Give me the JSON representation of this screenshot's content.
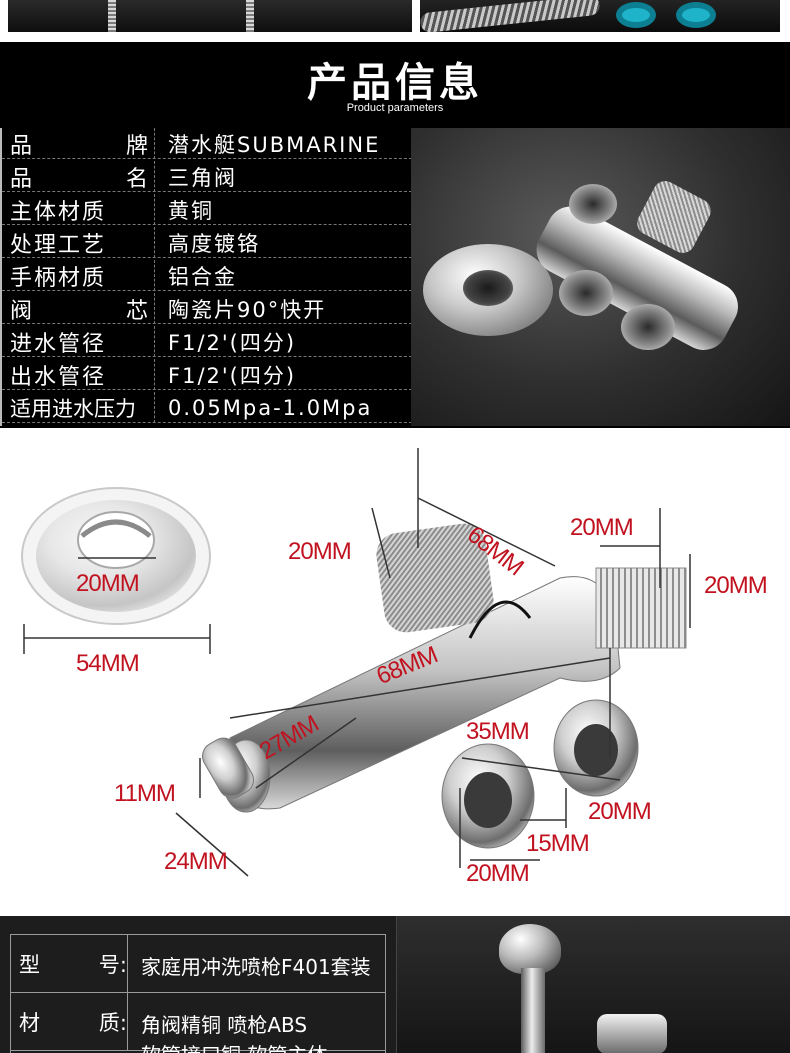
{
  "header": {
    "title": "产品信息",
    "subtitle": "Product parameters"
  },
  "params": [
    {
      "label": [
        "品",
        "牌"
      ],
      "value": "潜水艇SUBMARINE"
    },
    {
      "label": [
        "品",
        "名"
      ],
      "value": "三角阀"
    },
    {
      "label": [
        "主体材质"
      ],
      "value": "黄铜"
    },
    {
      "label": [
        "处理工艺"
      ],
      "value": "高度镀铬"
    },
    {
      "label": [
        "手柄材质"
      ],
      "value": "铝合金"
    },
    {
      "label": [
        "阀",
        "芯"
      ],
      "value": "陶瓷片90°快开"
    },
    {
      "label": [
        "进水管径"
      ],
      "value": "F1/2'(四分)"
    },
    {
      "label": [
        "出水管径"
      ],
      "value": "F1/2'(四分)"
    },
    {
      "label": [
        "适用进水压力"
      ],
      "value": "0.05Mpa-1.0Mpa"
    }
  ],
  "dimensions": {
    "flange_hole": "20MM",
    "flange_width": "54MM",
    "handle_height": "20MM",
    "overall_diag": "68MM",
    "top_right_width": "20MM",
    "right_thread": "20MM",
    "body_length": "68MM",
    "body_dia": "27MM",
    "ports_span": "35MM",
    "lever_width": "11MM",
    "lever_length": "24MM",
    "port_right": "20MM",
    "port_gap": "15MM",
    "port_bottom": "20MM"
  },
  "product": {
    "rows": [
      {
        "label": [
          "型",
          "号:"
        ],
        "value": "家庭用冲洗喷枪F401套装",
        "value2": ""
      },
      {
        "label": [
          "材",
          "质:"
        ],
        "value": "角阀精铜  喷枪ABS",
        "value2": "软管接口铜  软管主体"
      }
    ]
  }
}
